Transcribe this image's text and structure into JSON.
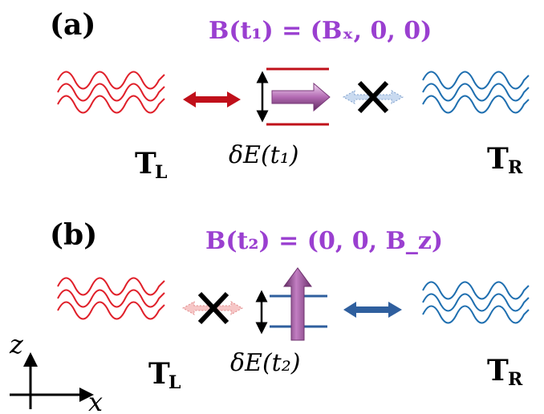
{
  "panel_a": {
    "label": "(a)",
    "field": "B(t₁) = (Bₓ, 0, 0)",
    "gap_label": "δE(t₁)",
    "left_lead": {
      "name": "T",
      "subscript": "L"
    },
    "right_lead": {
      "name": "T",
      "subscript": "R"
    },
    "left_coupling": "open",
    "right_coupling": "blocked"
  },
  "panel_b": {
    "label": "(b)",
    "field": "B(t₂) = (0, 0, B_z)",
    "gap_label": "δE(t₂)",
    "left_lead": {
      "name": "T",
      "subscript": "L"
    },
    "right_lead": {
      "name": "T",
      "subscript": "R"
    },
    "left_coupling": "blocked",
    "right_coupling": "open"
  },
  "axes": {
    "vertical": "z",
    "horizontal": "x"
  },
  "colors": {
    "left_lead": "#e0202a",
    "right_lead": "#1f6fb0",
    "red_arrow": "#c0101a",
    "blue_arrow": "#2f5f9e",
    "spin_arrow": "#b070b0",
    "field_text": "#9a3fd0"
  }
}
